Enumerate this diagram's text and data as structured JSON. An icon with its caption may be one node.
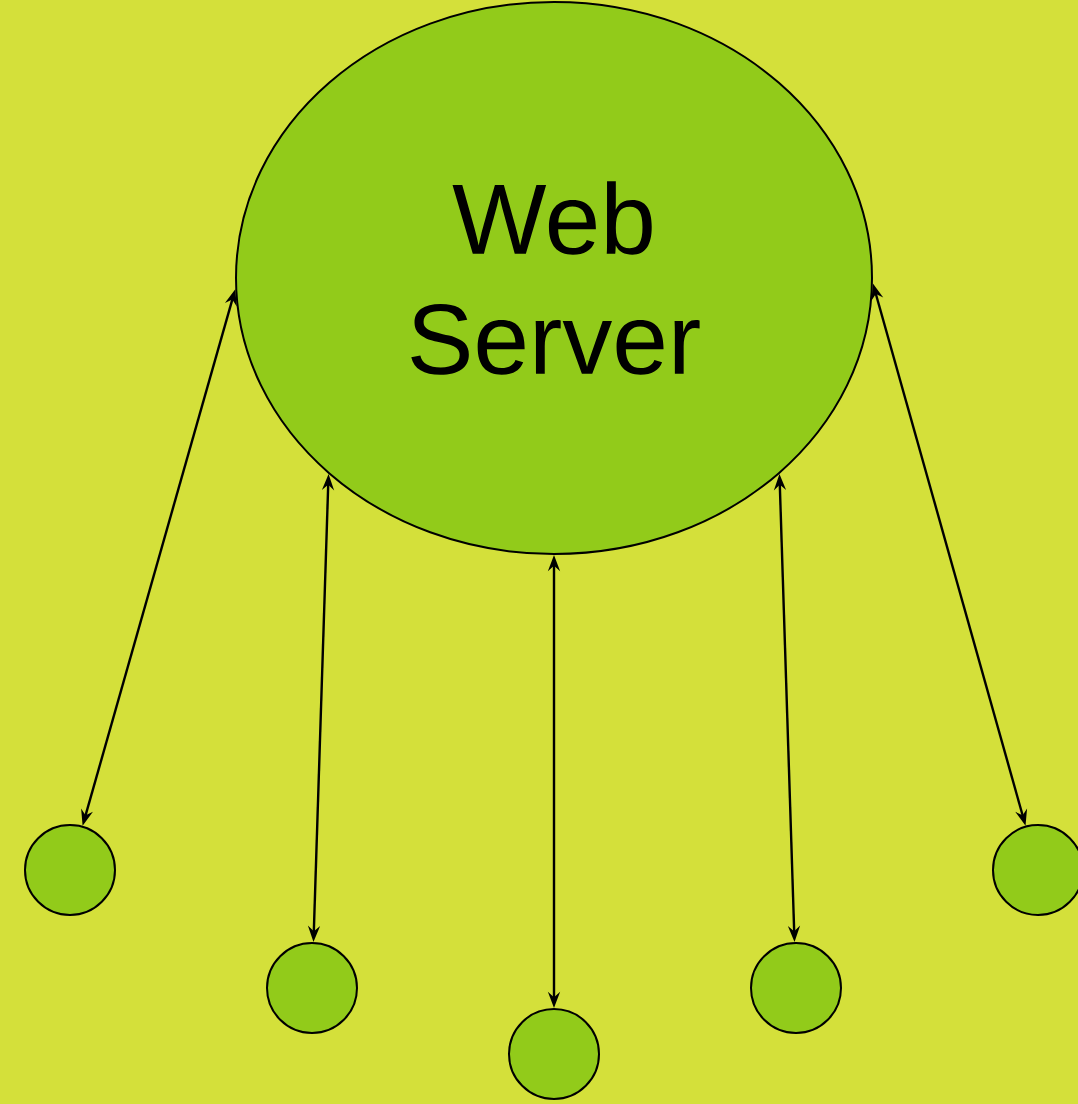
{
  "diagram": {
    "nodes": [
      {
        "text": [
          "Web Server"
        ]
      },
      {
        "text": [],
        "shape": "circle"
      },
      {
        "text": [],
        "shape": "circle"
      },
      {
        "text": [],
        "shape": "circle"
      },
      {
        "text": [],
        "shape": "circle"
      },
      {
        "text": [],
        "shape": "circle"
      }
    ],
    "edges": [
      {
        "from": 0,
        "to": 1,
        "arrow": "both"
      },
      {
        "from": 0,
        "to": 2,
        "arrow": "both"
      },
      {
        "from": 0,
        "to": 3,
        "arrow": "both"
      },
      {
        "from": 0,
        "to": 4,
        "arrow": "both"
      },
      {
        "from": 0,
        "to": 5,
        "arrow": "both"
      }
    ]
  }
}
